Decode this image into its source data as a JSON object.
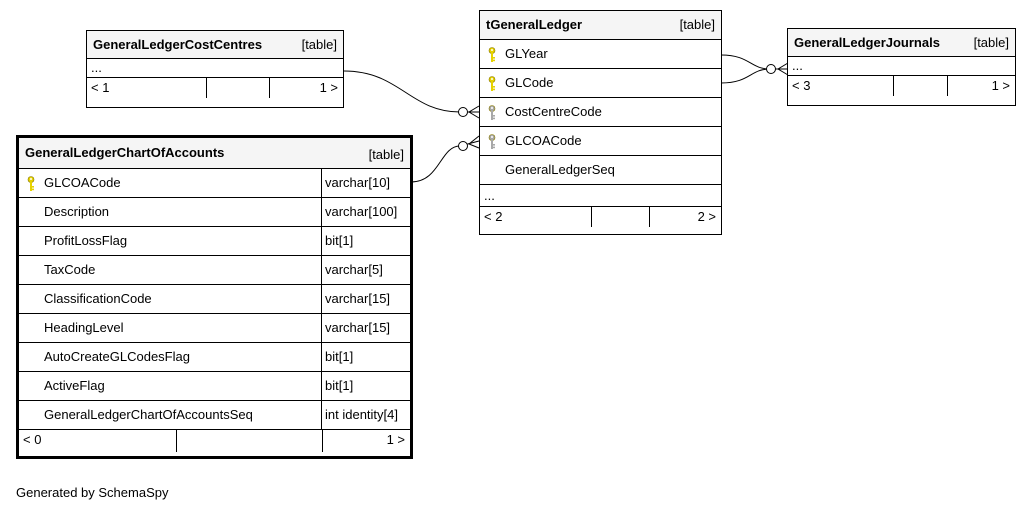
{
  "tables": {
    "cost_centres": {
      "name": "GeneralLedgerCostCentres",
      "type": "[table]",
      "ellipsis": "...",
      "footer": {
        "parents": "< 1",
        "middle": "",
        "children": "1 >"
      }
    },
    "chart_of_accounts": {
      "name": "GeneralLedgerChartOfAccounts",
      "type": "[table]",
      "columns": [
        {
          "name": "GLCOACode",
          "type": "varchar[10]",
          "key": "primary"
        },
        {
          "name": "Description",
          "type": "varchar[100]",
          "key": "none"
        },
        {
          "name": "ProfitLossFlag",
          "type": "bit[1]",
          "key": "none"
        },
        {
          "name": "TaxCode",
          "type": "varchar[5]",
          "key": "none"
        },
        {
          "name": "ClassificationCode",
          "type": "varchar[15]",
          "key": "none"
        },
        {
          "name": "HeadingLevel",
          "type": "varchar[15]",
          "key": "none"
        },
        {
          "name": "AutoCreateGLCodesFlag",
          "type": "bit[1]",
          "key": "none"
        },
        {
          "name": "ActiveFlag",
          "type": "bit[1]",
          "key": "none"
        },
        {
          "name": "GeneralLedgerChartOfAccountsSeq",
          "type": "int identity[4]",
          "key": "none"
        }
      ],
      "footer": {
        "parents": "< 0",
        "middle": "",
        "children": "1 >"
      }
    },
    "general_ledger": {
      "name": "tGeneralLedger",
      "type": "[table]",
      "columns": [
        {
          "name": "GLYear",
          "key": "primary"
        },
        {
          "name": "GLCode",
          "key": "primary"
        },
        {
          "name": "CostCentreCode",
          "key": "foreign"
        },
        {
          "name": "GLCOACode",
          "key": "foreign"
        },
        {
          "name": "GeneralLedgerSeq",
          "key": "none"
        }
      ],
      "ellipsis": "...",
      "footer": {
        "parents": "< 2",
        "middle": "",
        "children": "2 >"
      }
    },
    "journals": {
      "name": "GeneralLedgerJournals",
      "type": "[table]",
      "ellipsis": "...",
      "footer": {
        "parents": "< 3",
        "middle": "",
        "children": "1 >"
      }
    }
  },
  "colors": {
    "primary_key": "#e6d200",
    "foreign_key": "#a8a8a8",
    "header_bg": "#f5f5f5"
  },
  "icons": {
    "primary_key": "key-icon",
    "foreign_key": "key-icon"
  },
  "credit": "Generated by SchemaSpy"
}
